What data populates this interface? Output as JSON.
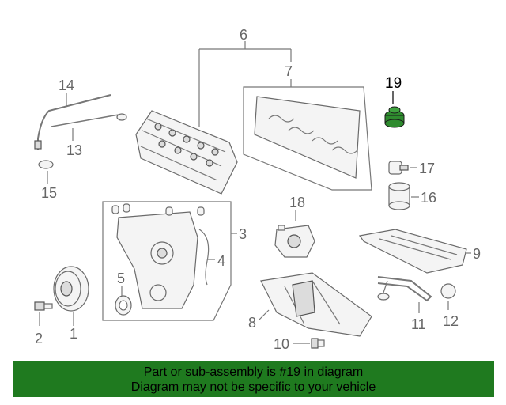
{
  "callouts": {
    "c1": "1",
    "c2": "2",
    "c3": "3",
    "c4": "4",
    "c5": "5",
    "c6": "6",
    "c7": "7",
    "c8": "8",
    "c9": "9",
    "c10": "10",
    "c11": "11",
    "c12": "12",
    "c13": "13",
    "c14": "14",
    "c15": "15",
    "c16": "16",
    "c17": "17",
    "c18": "18",
    "c19": "19"
  },
  "highlighted_part": "19",
  "banner": {
    "line1": "Part or sub-assembly is #19 in diagram",
    "line2": "Diagram may not be specific to your vehicle",
    "color": "#1f7a1f"
  },
  "highlight_color": "#2e8b2e"
}
